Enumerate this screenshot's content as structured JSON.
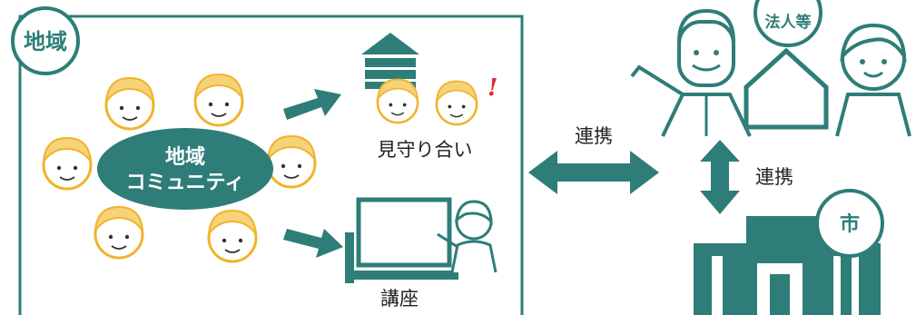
{
  "region_badge": "地域",
  "community": {
    "line1": "地域",
    "line2": "コミュニティ"
  },
  "watch_label": "見守り合い",
  "exclaim": "!",
  "course_label": "講座",
  "link_label_horizontal": "連携",
  "link_label_vertical": "連携",
  "corp_badge": "法人等",
  "city_badge": "市",
  "colors": {
    "teal": "#2e7d78",
    "orange": "#f0b429",
    "outline": "#333333",
    "red": "#e0282e"
  }
}
